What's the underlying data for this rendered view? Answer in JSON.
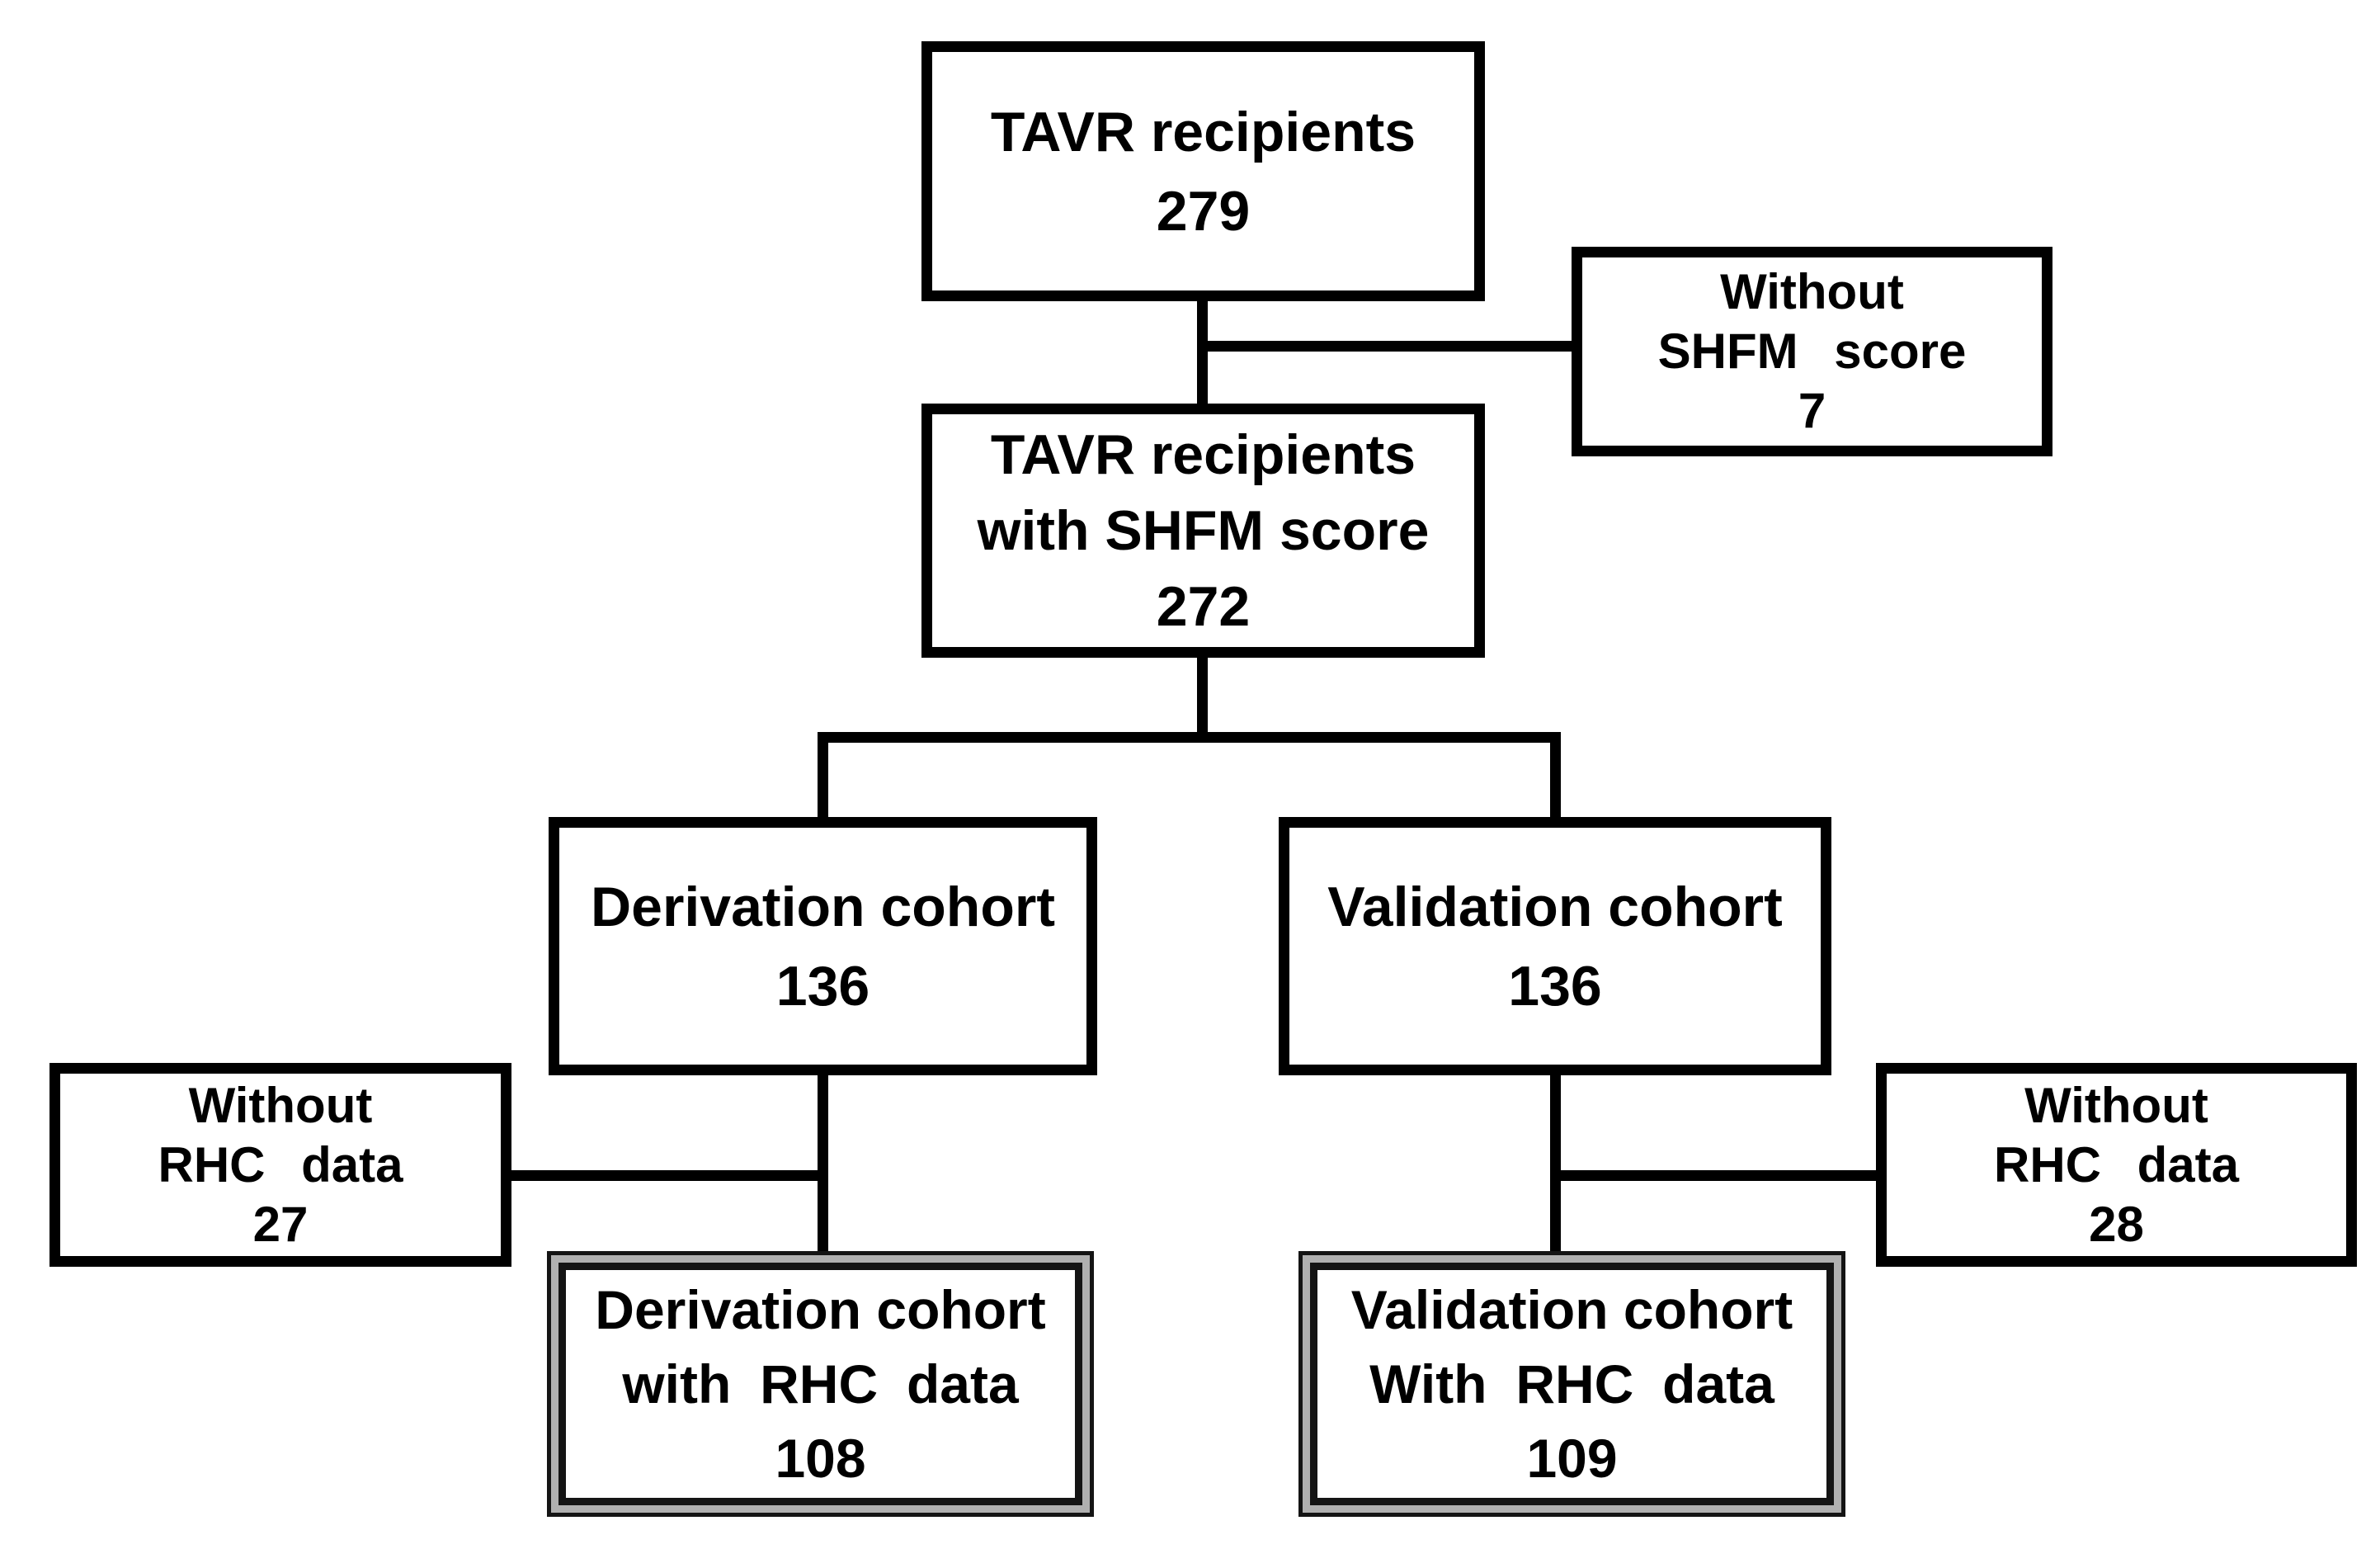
{
  "colors": {
    "line": "#000000",
    "text": "#000000",
    "background": "#ffffff",
    "double_border_gap": "#b0b0b0"
  },
  "boxes": {
    "tavr_recipients": {
      "line1": "TAVR recipients",
      "count": "279"
    },
    "without_shfm": {
      "line1": "Without",
      "line2": "SHFM score",
      "count": "7"
    },
    "tavr_with_shfm": {
      "line1": "TAVR recipients",
      "line2": "with SHFM score",
      "count": "272"
    },
    "derivation_cohort": {
      "line1": "Derivation cohort",
      "count": "136"
    },
    "validation_cohort": {
      "line1": "Validation cohort",
      "count": "136"
    },
    "without_rhc_derivation": {
      "line1": "Without",
      "line2": "RHC data",
      "count": "27"
    },
    "without_rhc_validation": {
      "line1": "Without",
      "line2": "RHC data",
      "count": "28"
    },
    "derivation_with_rhc": {
      "line1": "Derivation cohort",
      "line2": "with RHC data",
      "count": "108"
    },
    "validation_with_rhc": {
      "line1": "Validation cohort",
      "line2": "With RHC data",
      "count": "109"
    }
  },
  "edges": [
    {
      "from": "tavr_recipients",
      "to": "without_shfm"
    },
    {
      "from": "tavr_recipients",
      "to": "tavr_with_shfm"
    },
    {
      "from": "tavr_with_shfm",
      "to": "derivation_cohort"
    },
    {
      "from": "tavr_with_shfm",
      "to": "validation_cohort"
    },
    {
      "from": "derivation_cohort",
      "to": "without_rhc_derivation"
    },
    {
      "from": "derivation_cohort",
      "to": "derivation_with_rhc"
    },
    {
      "from": "validation_cohort",
      "to": "without_rhc_validation"
    },
    {
      "from": "validation_cohort",
      "to": "validation_with_rhc"
    }
  ]
}
